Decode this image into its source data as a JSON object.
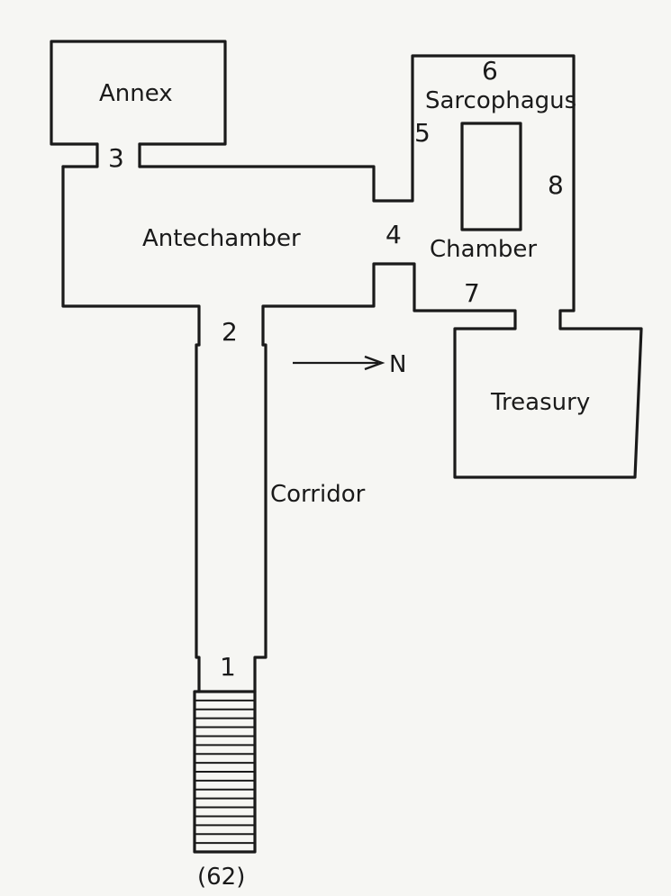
{
  "rooms": {
    "annex": "Annex",
    "antechamber": "Antechamber",
    "sarcophagus": "Sarcophagus",
    "chamber": "Chamber",
    "treasury": "Treasury",
    "corridor": "Corridor"
  },
  "markers": [
    "1",
    "2",
    "3",
    "4",
    "5",
    "6",
    "7",
    "8"
  ],
  "compass": "N",
  "tomb_number": "(62)"
}
